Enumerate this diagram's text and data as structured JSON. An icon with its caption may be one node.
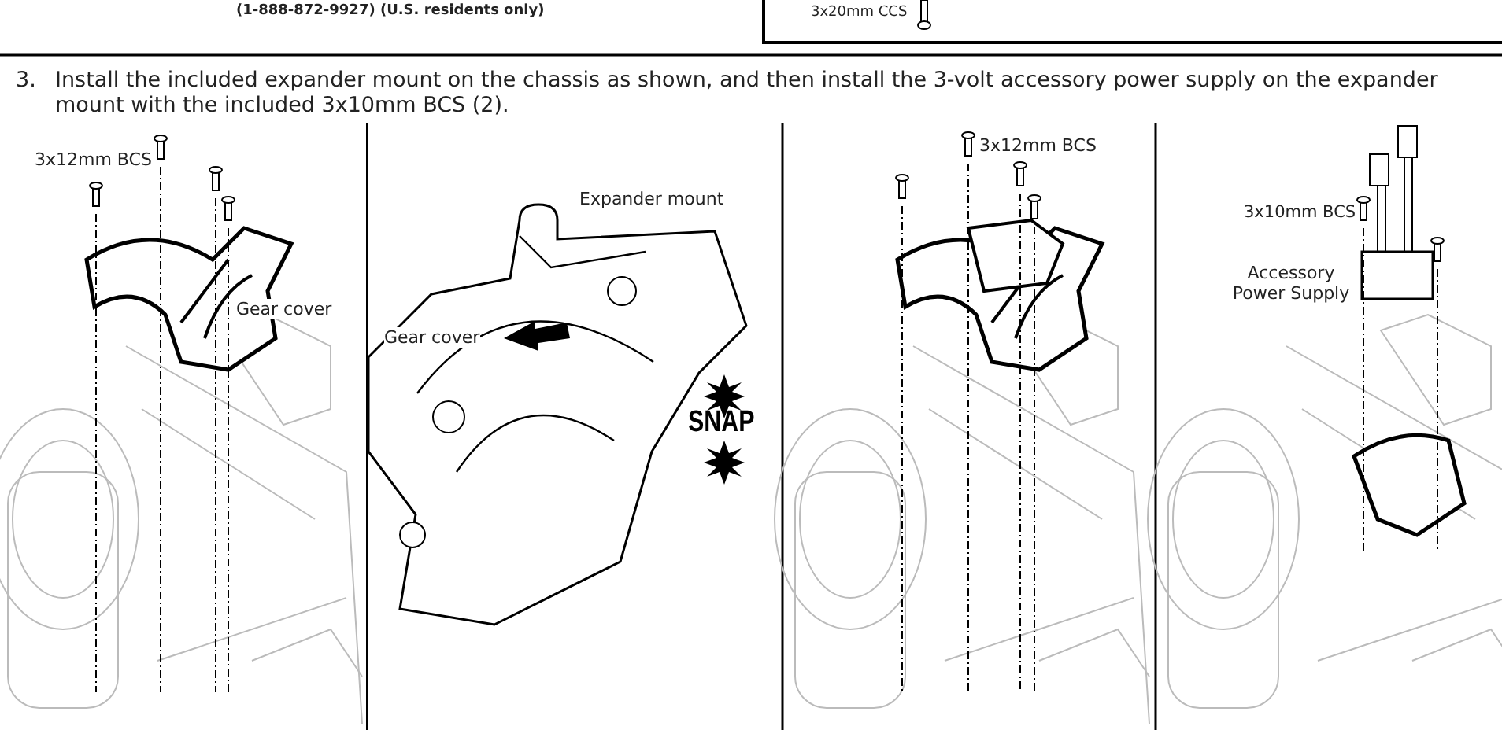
{
  "diagram": {
    "labels": [
      "(1-888-872-9927) (U.S. residents only)",
      "3x20mm CCS",
      "3.",
      "Install the included expander mount on the chassis as shown, and then install the 3-volt accessory power supply on the expander mount with the included 3x10mm BCS (2).",
      "3x12mm BCS",
      "Gear cover",
      "Expander mount",
      "Gear cover",
      "SNAP",
      "3x12mm BCS",
      "3x10mm BCS",
      "Accessory Power Supply"
    ]
  }
}
